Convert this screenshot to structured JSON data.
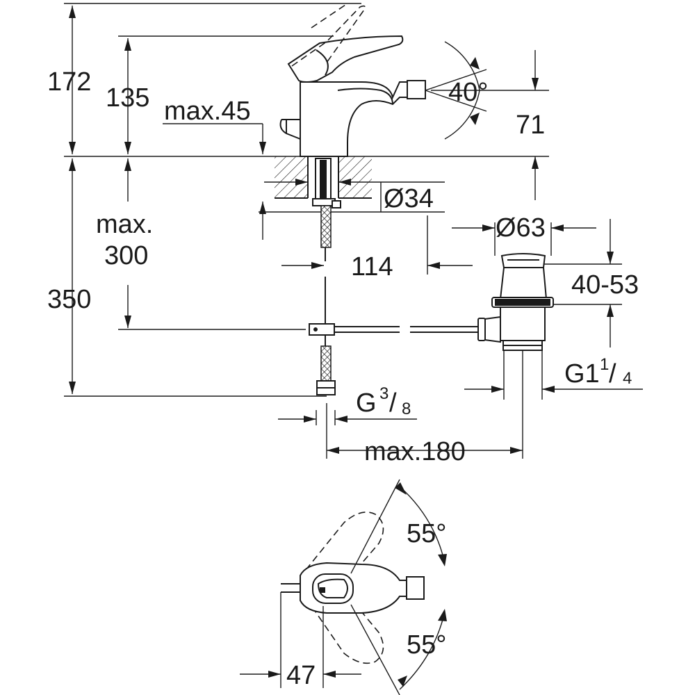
{
  "side_view": {
    "dimensions": {
      "total_height": "172",
      "spout_height": "135",
      "deck_thickness": "max.45",
      "tilt_angle": "40°",
      "spout_outlet_height": "71",
      "hole_diameter": "Ø34",
      "hose_length_label_1": "max.",
      "hose_length_label_2": "300",
      "total_below_deck": "350",
      "waste_diameter": "Ø63",
      "spout_projection": "114",
      "waste_length": "40-53",
      "waste_thread_main": "G1",
      "waste_thread_num": "1",
      "waste_thread_den": "4",
      "supply_thread_main": "G",
      "supply_thread_num": "3",
      "supply_thread_den": "8",
      "rod_length": "max.180"
    }
  },
  "top_view": {
    "dimensions": {
      "swivel_angle_top": "55°",
      "swivel_angle_bottom": "55°",
      "offset": "47"
    }
  }
}
